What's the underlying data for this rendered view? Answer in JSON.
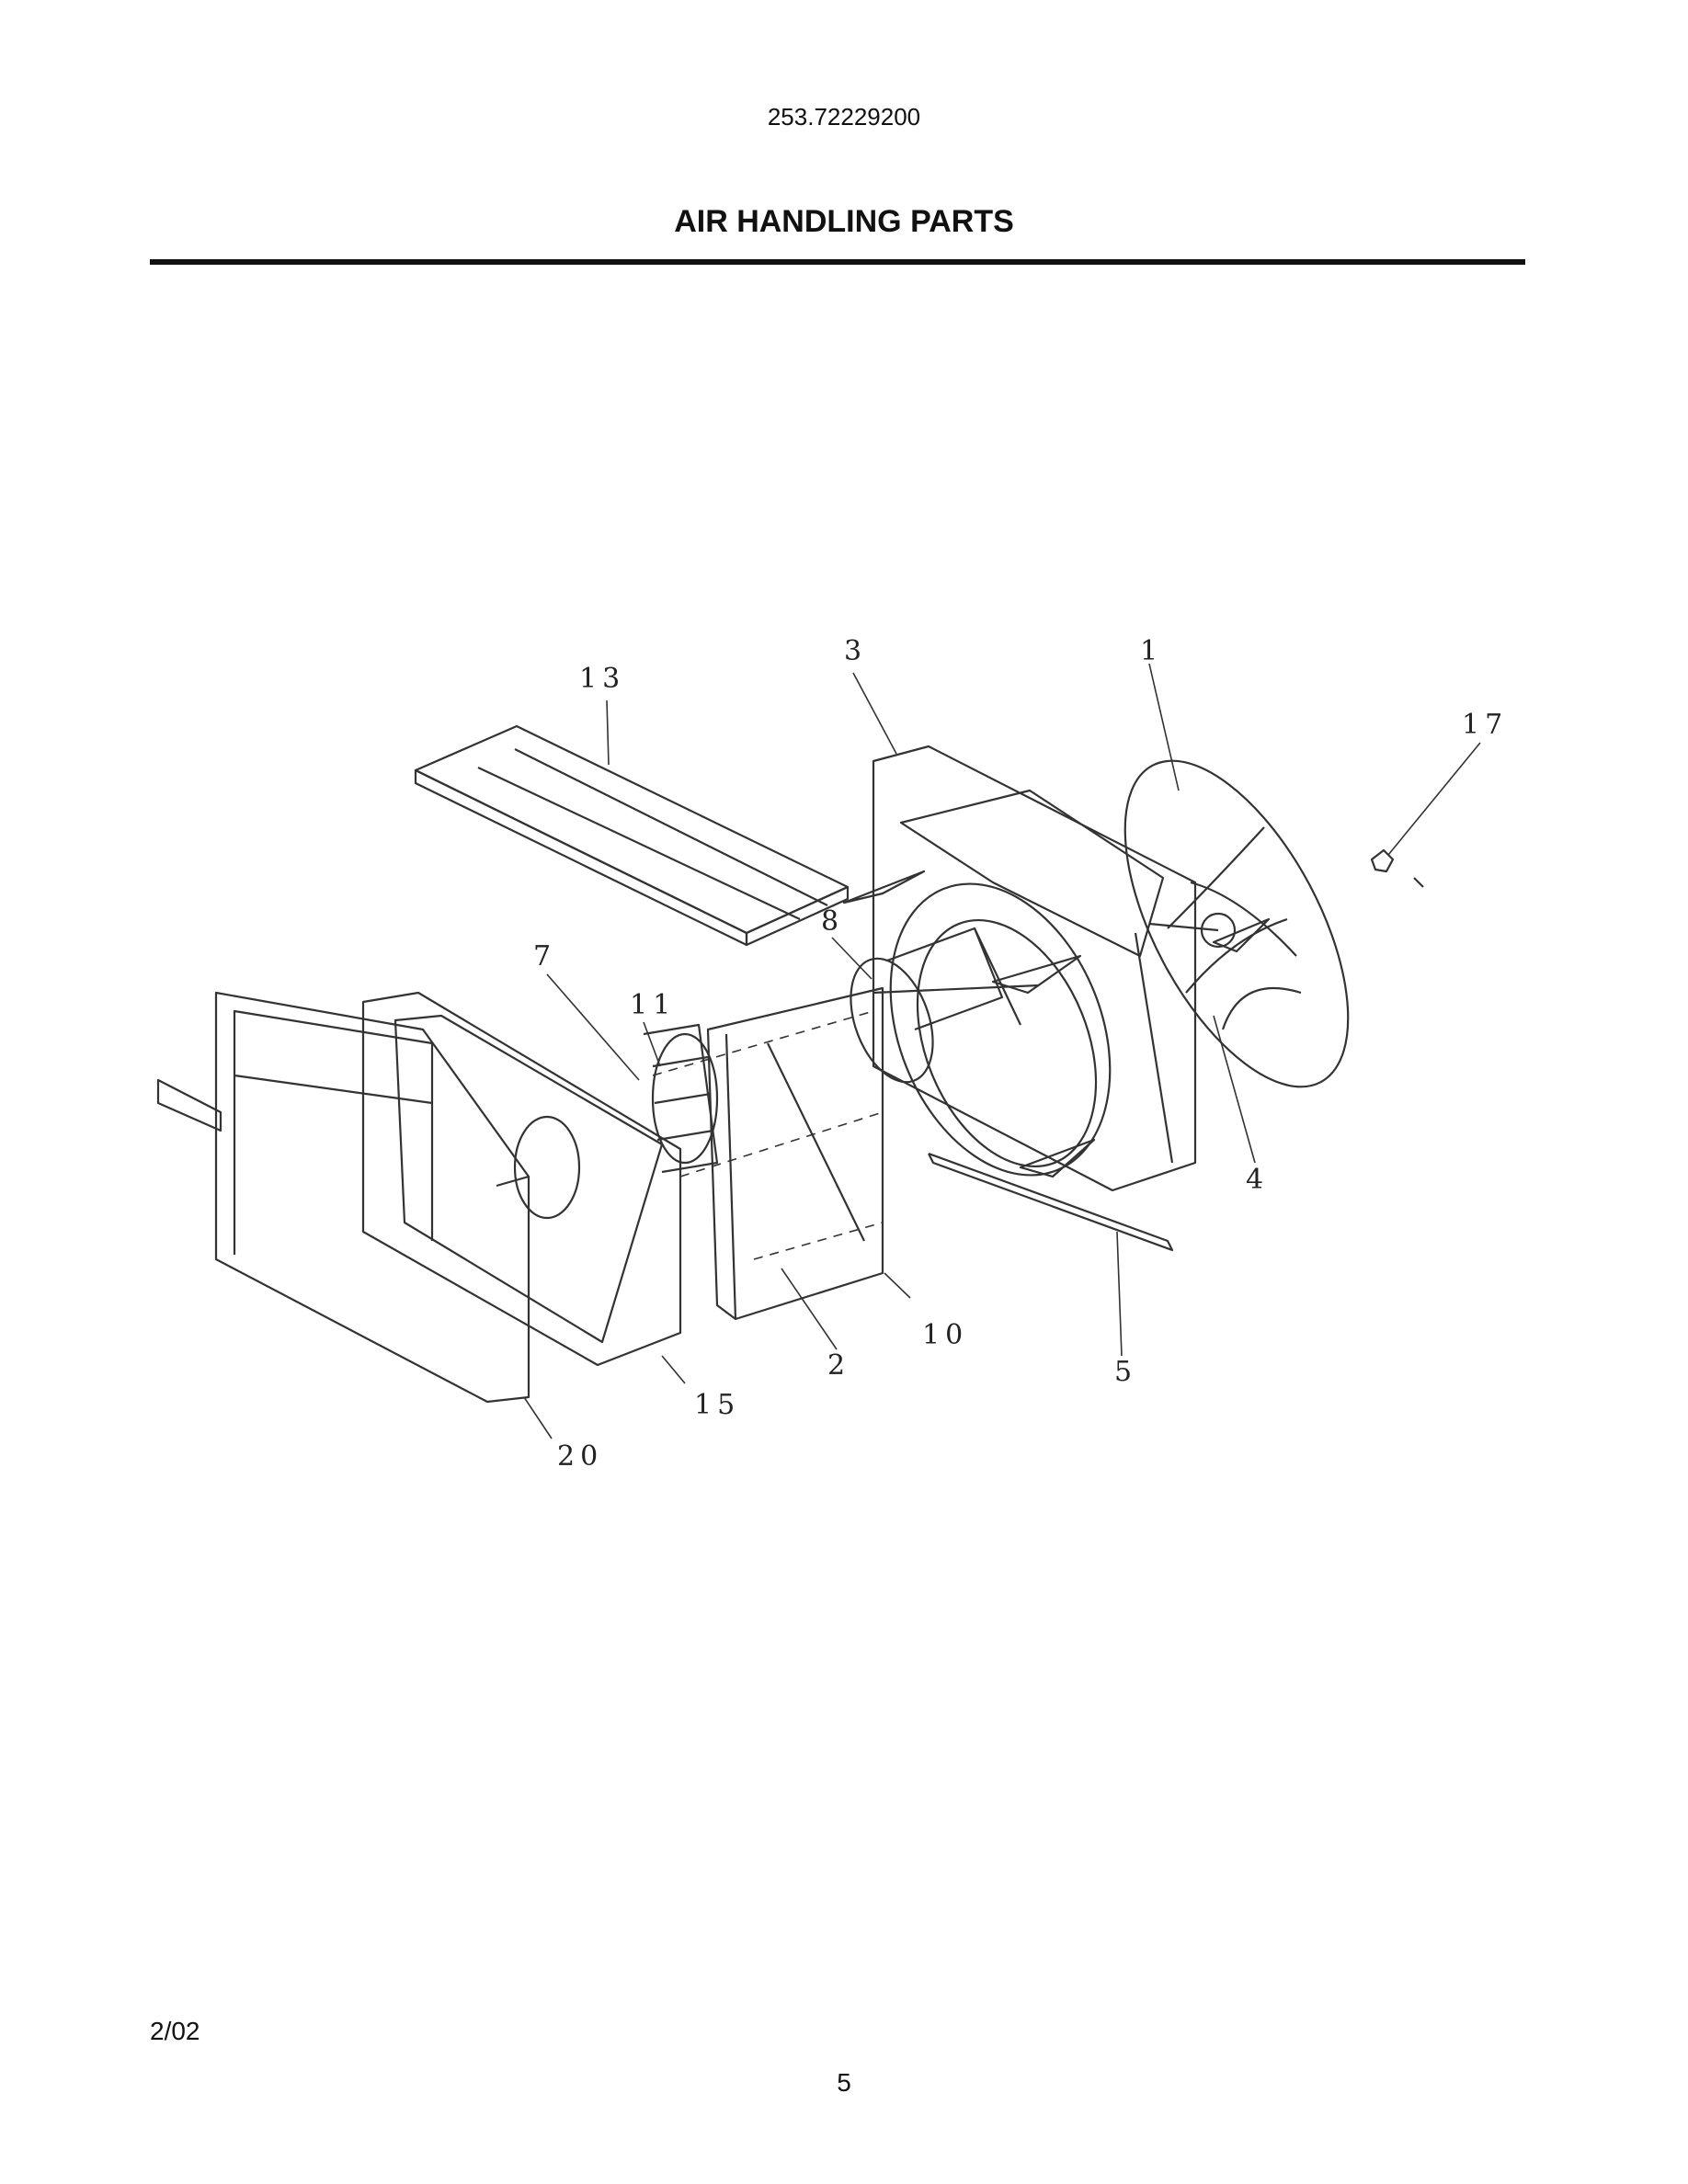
{
  "header": {
    "model_number": "253.72229200",
    "title": "AIR HANDLING PARTS"
  },
  "footer": {
    "date": "2/02",
    "page_number": "5"
  },
  "callouts": [
    "13",
    "3",
    "1",
    "17",
    "8",
    "7",
    "11",
    "4",
    "10",
    "2",
    "5",
    "15",
    "20"
  ]
}
